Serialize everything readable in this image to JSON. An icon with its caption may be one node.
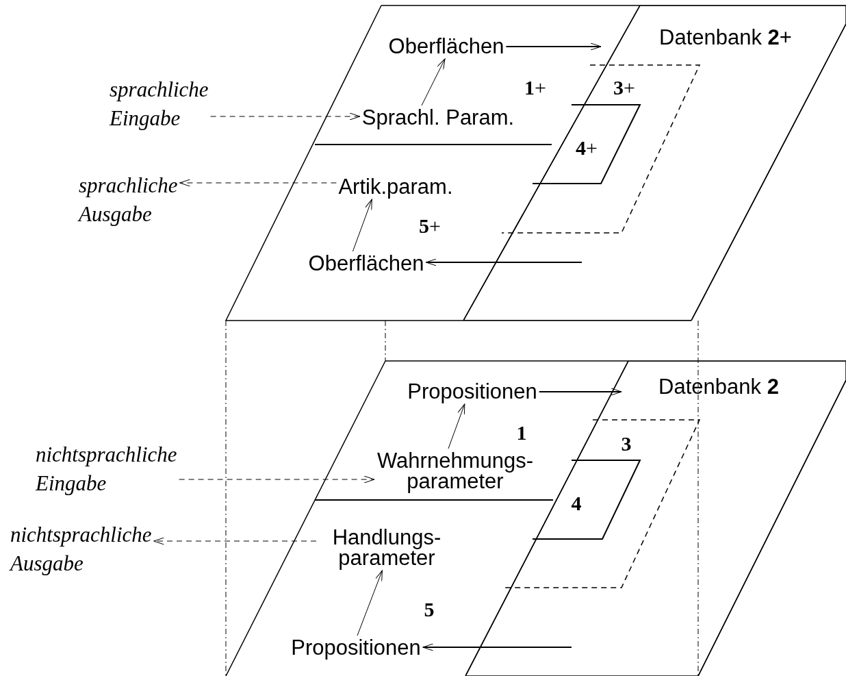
{
  "diagram": {
    "nodes": [
      {
        "text": [
          "Oberflächen"
        ]
      },
      {
        "text": [
          "Sprachl. Param."
        ]
      },
      {
        "text": [
          "Artik.param."
        ]
      },
      {
        "text": [
          "Oberflächen"
        ]
      },
      {
        "text": [
          "Datenbank **2**+"
        ]
      },
      {
        "text": [
          "sprachliche Eingabe"
        ]
      },
      {
        "text": [
          "sprachliche Ausgabe"
        ]
      },
      {
        "text": [
          "Propositionen"
        ]
      },
      {
        "text": [
          "Wahrnehmungs- parameter"
        ]
      },
      {
        "text": [
          "Handlungs- parameter"
        ]
      },
      {
        "text": [
          "Propositionen"
        ]
      },
      {
        "text": [
          "Datenbank **2**"
        ]
      },
      {
        "text": [
          "nichtsprachliche Eingabe"
        ]
      },
      {
        "text": [
          "nichtsprachliche Ausgabe"
        ]
      }
    ],
    "edges": [
      {
        "from": 1,
        "to": 0,
        "arrow": "to"
      },
      {
        "from": 0,
        "to": 4,
        "arrow": "to"
      },
      {
        "from": 4,
        "to": 3,
        "arrow": "to"
      },
      {
        "from": 3,
        "to": 2,
        "arrow": "to"
      },
      {
        "from": 5,
        "to": 1,
        "arrow": "to",
        "style": "dashed"
      },
      {
        "from": 2,
        "to": 6,
        "arrow": "to",
        "style": "dashed"
      },
      {
        "from": 8,
        "to": 7,
        "arrow": "to"
      },
      {
        "from": 7,
        "to": 11,
        "arrow": "to"
      },
      {
        "from": 11,
        "to": 10,
        "arrow": "to"
      },
      {
        "from": 10,
        "to": 9,
        "arrow": "to"
      },
      {
        "from": 12,
        "to": 8,
        "arrow": "to",
        "style": "dashed"
      },
      {
        "from": 9,
        "to": 13,
        "arrow": "to",
        "style": "dashed"
      }
    ],
    "labels": [
      "**1**+",
      "**3**+",
      "**4**+",
      "**5**+",
      "1",
      "3",
      "4",
      "5"
    ]
  }
}
